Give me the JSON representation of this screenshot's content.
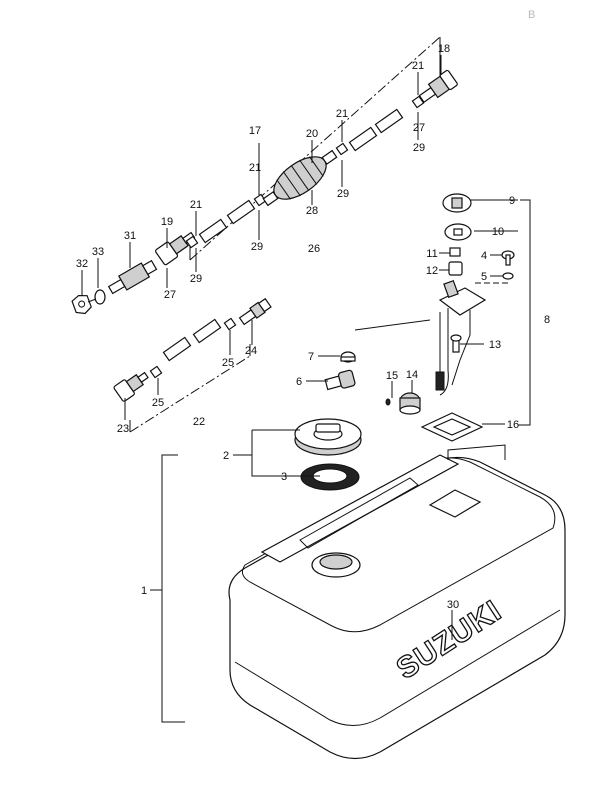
{
  "diagram": {
    "brand_text": "SUZUKI",
    "corner_mark": "B",
    "callouts": [
      {
        "id": "c1",
        "text": "1"
      },
      {
        "id": "c2",
        "text": "2"
      },
      {
        "id": "c3",
        "text": "3"
      },
      {
        "id": "c4",
        "text": "4"
      },
      {
        "id": "c5",
        "text": "5"
      },
      {
        "id": "c6",
        "text": "6"
      },
      {
        "id": "c7",
        "text": "7"
      },
      {
        "id": "c8",
        "text": "8"
      },
      {
        "id": "c9",
        "text": "9"
      },
      {
        "id": "c10",
        "text": "10"
      },
      {
        "id": "c11",
        "text": "11"
      },
      {
        "id": "c12",
        "text": "12"
      },
      {
        "id": "c13",
        "text": "13"
      },
      {
        "id": "c14",
        "text": "14"
      },
      {
        "id": "c15",
        "text": "15"
      },
      {
        "id": "c16",
        "text": "16"
      },
      {
        "id": "c17",
        "text": "17"
      },
      {
        "id": "c18",
        "text": "18"
      },
      {
        "id": "c19",
        "text": "19"
      },
      {
        "id": "c20",
        "text": "20"
      },
      {
        "id": "c21a",
        "text": "21"
      },
      {
        "id": "c21b",
        "text": "21"
      },
      {
        "id": "c21c",
        "text": "21"
      },
      {
        "id": "c21d",
        "text": "21"
      },
      {
        "id": "c22",
        "text": "22"
      },
      {
        "id": "c23",
        "text": "23"
      },
      {
        "id": "c24",
        "text": "24"
      },
      {
        "id": "c25a",
        "text": "25"
      },
      {
        "id": "c25b",
        "text": "25"
      },
      {
        "id": "c26",
        "text": "26"
      },
      {
        "id": "c27a",
        "text": "27"
      },
      {
        "id": "c27b",
        "text": "27"
      },
      {
        "id": "c28",
        "text": "28"
      },
      {
        "id": "c29a",
        "text": "29"
      },
      {
        "id": "c29b",
        "text": "29"
      },
      {
        "id": "c29c",
        "text": "29"
      },
      {
        "id": "c29d",
        "text": "29"
      },
      {
        "id": "c30",
        "text": "30"
      },
      {
        "id": "c31",
        "text": "31"
      },
      {
        "id": "c32",
        "text": "32"
      },
      {
        "id": "c33",
        "text": "33"
      }
    ]
  }
}
